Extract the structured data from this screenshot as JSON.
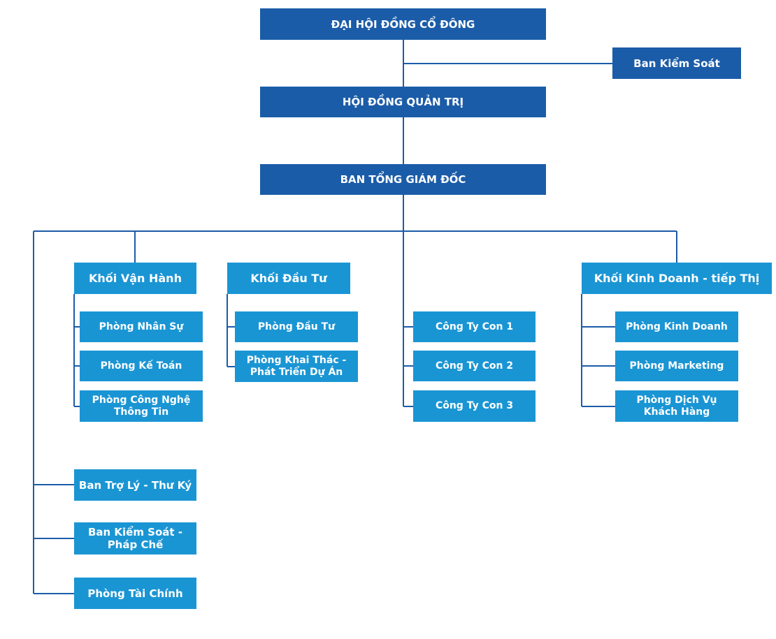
{
  "org": {
    "shareholders": "ĐẠI HỘI ĐỒNG CỔ ĐÔNG",
    "supervisory_board": "Ban Kiểm Soát",
    "board_of_directors": "HỘI ĐỒNG QUẢN TRỊ",
    "executive_board": "BAN TỔNG GIÁM ĐỐC",
    "divisions": {
      "operations": {
        "title": "Khối Vận Hành",
        "departments": [
          "Phòng Nhân Sự",
          "Phòng Kế Toán",
          "Phòng Công Nghệ Thông Tin"
        ]
      },
      "investment": {
        "title": "Khối Đầu Tư",
        "departments": [
          "Phòng Đầu Tư",
          "Phòng Khai Thác - Phát Triển Dự Án"
        ]
      },
      "subsidiaries": [
        "Công Ty Con 1",
        "Công Ty Con 2",
        "Công Ty Con 3"
      ],
      "sales_marketing": {
        "title": "Khối Kinh Doanh - tiếp Thị",
        "departments": [
          "Phòng Kinh Doanh",
          "Phòng Marketing",
          "Phòng Dịch Vụ Khách Hàng"
        ]
      }
    },
    "side_units": [
      "Ban Trợ Lý - Thư Ký",
      "Ban Kiểm Soát - Pháp Chế",
      "Phòng Tài Chính"
    ]
  },
  "colors": {
    "top_level_box": "#1b5ca8",
    "unit_box": "#1a95d4",
    "connector": "#1b5ca8",
    "text": "#ffffff"
  }
}
